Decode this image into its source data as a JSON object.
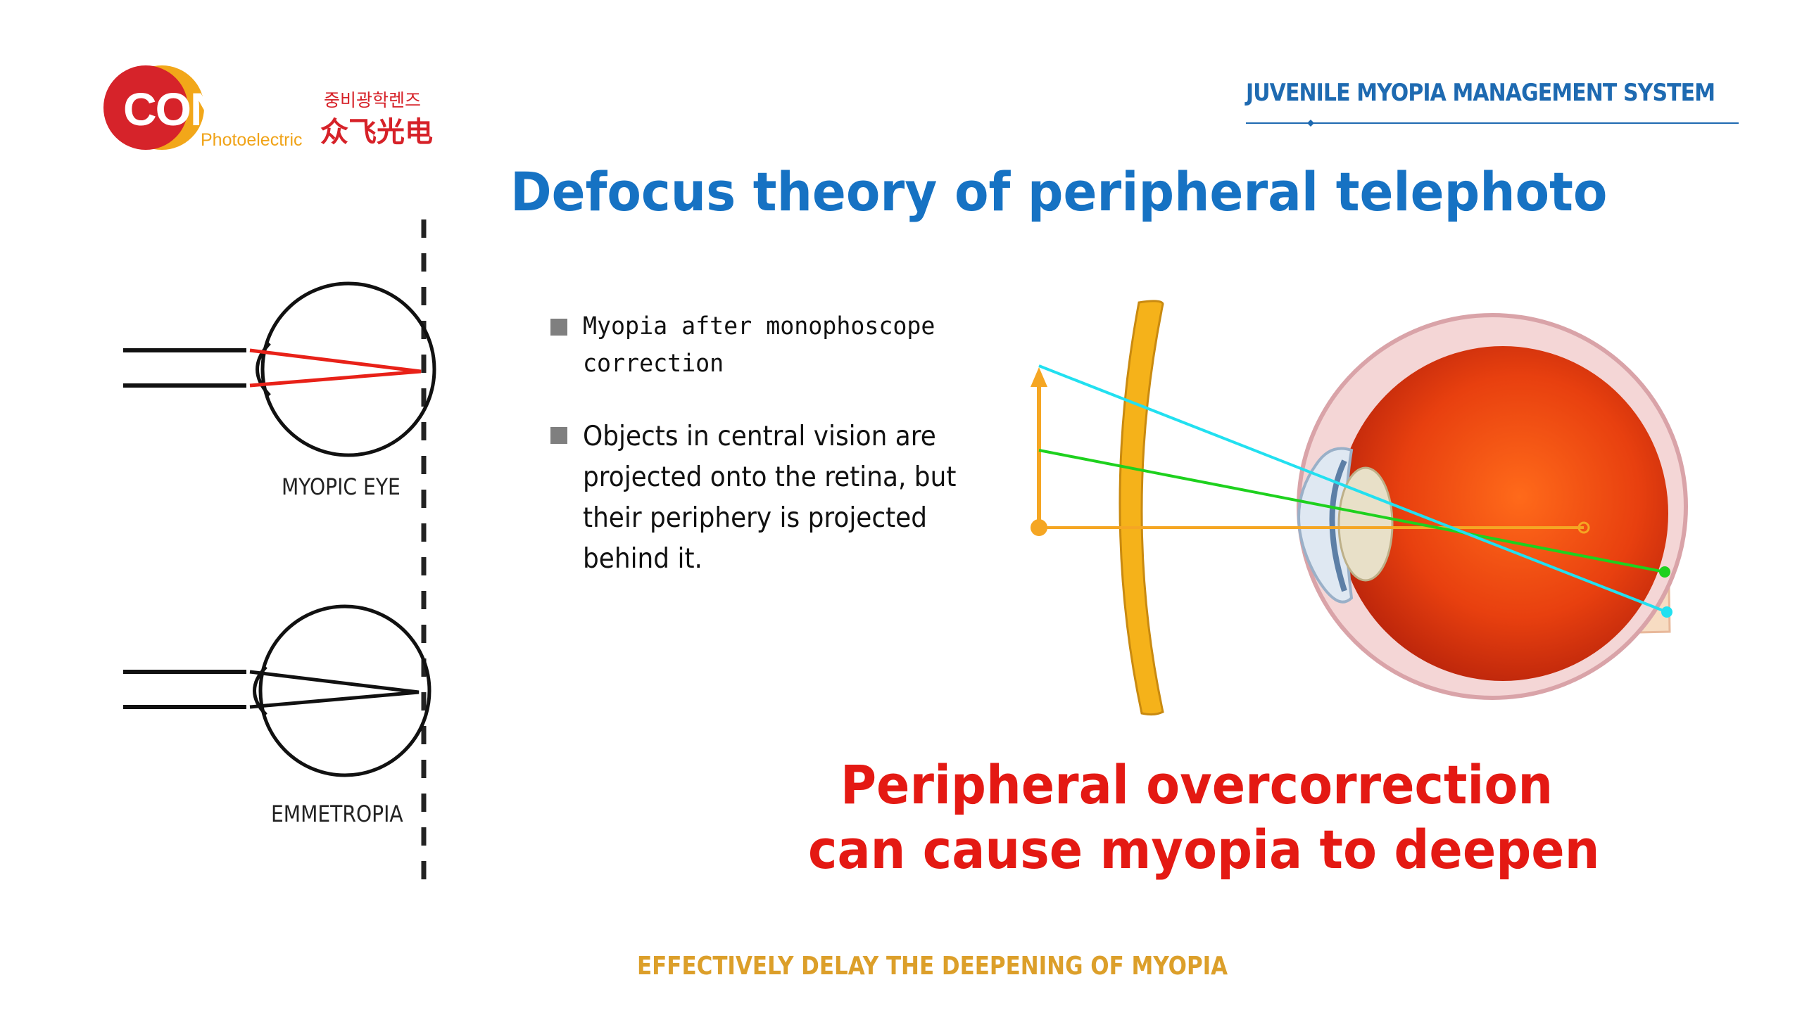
{
  "logo": {
    "wordmark": "CONVOX",
    "sub_label": "Photoelectric",
    "korean": "중비광학렌즈",
    "chinese": "众飞光电"
  },
  "header": {
    "system_title": "JUVENILE MYOPIA MANAGEMENT SYSTEM"
  },
  "title": "Defocus theory of peripheral telephoto",
  "bullets": [
    {
      "line1": "Myopia after monophoscope",
      "line2": "correction"
    },
    {
      "lines": [
        "Objects in central vision are",
        "projected onto the retina, but",
        "their periphery is projected",
        "behind it."
      ]
    }
  ],
  "diagram": {
    "myopic_label": "MYOPIC EYE",
    "emmetropia_label": "EMMETROPIA"
  },
  "statement": {
    "line1": "Peripheral overcorrection",
    "line2": "can cause myopia to deepen"
  },
  "footer": "EFFECTIVELY DELAY THE DEEPENING OF MYOPIA",
  "colors": {
    "title_blue": "#1672c3",
    "header_blue": "#1e6ab1",
    "statement_red": "#e41913",
    "footer_gold": "#dc9f2a",
    "lens_orange": "#f5b21a",
    "ray_cyan": "#22e0f0",
    "ray_green": "#1ed11e",
    "ray_orange": "#f5a623"
  }
}
